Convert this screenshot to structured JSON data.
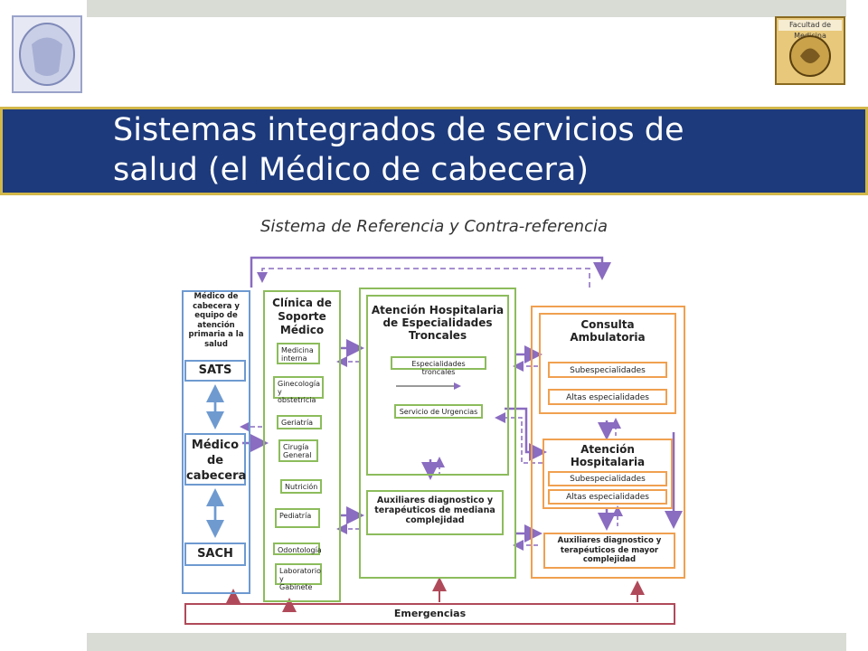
{
  "slide": {
    "title_line1": "Sistemas integrados de servicios de",
    "title_line2": "salud (el Médico de cabecera)",
    "subtitle": "Sistema de Referencia y Contra-referencia"
  },
  "logos": {
    "right_caption": "Facultad de Medicina"
  },
  "diagram": {
    "primary_title": "Médico de cabecera y equipo de atención primaria a la salud",
    "sats": "SATS",
    "medico_cabecera": "Médico de cabecera",
    "sach": "SACH",
    "clinica_title": "Clínica de Soporte Médico",
    "clinica_items": [
      "Medicina interna",
      "Ginecología y obstetricia",
      "Geriatría",
      "Cirugía General",
      "Nutrición",
      "Pediatría",
      "Odontología",
      "Laboratorio y Gabinete"
    ],
    "hospital_title": "Atención Hospitalaria de Especialidades Troncales",
    "hospital_items": [
      "Especialidades troncales",
      "Servicio de Urgencias"
    ],
    "aux_mid": "Auxiliares diagnostico y terapéuticos de mediana complejidad",
    "consulta_title": "Consulta Ambulatoria",
    "consulta_items": [
      "Subespecialidades",
      "Altas especialidades"
    ],
    "atencion_title": "Atención Hospitalaria",
    "atencion_items": [
      "Subespecialidades",
      "Altas especialidades"
    ],
    "aux_high": "Auxiliares diagnostico y terapéuticos de mayor complejidad",
    "emergencias": "Emergencias"
  },
  "colors": {
    "title_band": "#1d3a7c",
    "title_border": "#d2b84a",
    "blue": "#6e9ad0",
    "green": "#8cbc5c",
    "orange": "#f0a050",
    "red": "#b04a5a",
    "arrow": "#8a6cc0"
  }
}
